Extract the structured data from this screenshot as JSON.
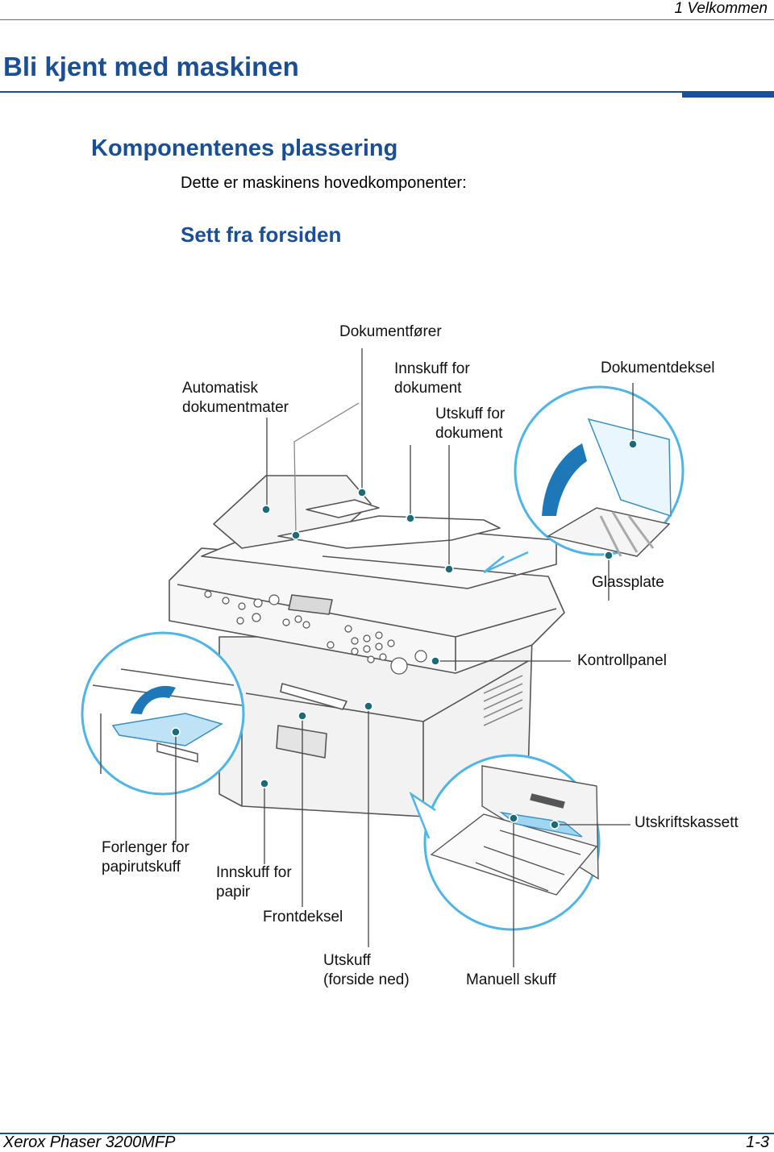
{
  "header": {
    "chapter": "1   Velkommen"
  },
  "page": {
    "title": "Bli kjent med maskinen",
    "section_title": "Komponentenes plassering",
    "intro": "Dette er maskinens hovedkomponenter:",
    "subsection_title": "Sett fra forsiden"
  },
  "callouts": {
    "document_feeder": "Dokumentfører",
    "adf_line1": "Automatisk",
    "adf_line2": "dokumentmater",
    "doc_input_line1": "Innskuff for",
    "doc_input_line2": "dokument",
    "doc_output_line1": "Utskuff for",
    "doc_output_line2": "dokument",
    "doc_cover": "Dokumentdeksel",
    "glass": "Glassplate",
    "control_panel": "Kontrollpanel",
    "extender_line1": "Forlenger for",
    "extender_line2": "papirutskuff",
    "paper_input_line1": "Innskuff for",
    "paper_input_line2": "papir",
    "front_cover": "Frontdeksel",
    "output_line1": "Utskuff",
    "output_line2": "(forside ned)",
    "manual_tray": "Manuell skuff",
    "paper_tray": "Utskriftskassett"
  },
  "footer": {
    "product": "Xerox Phaser 3200MFP",
    "page_number": "1-3"
  },
  "colors": {
    "heading_blue": "#1a4f96",
    "accent_blue": "#4fb4e6",
    "callout_teal": "#1b6b78"
  }
}
